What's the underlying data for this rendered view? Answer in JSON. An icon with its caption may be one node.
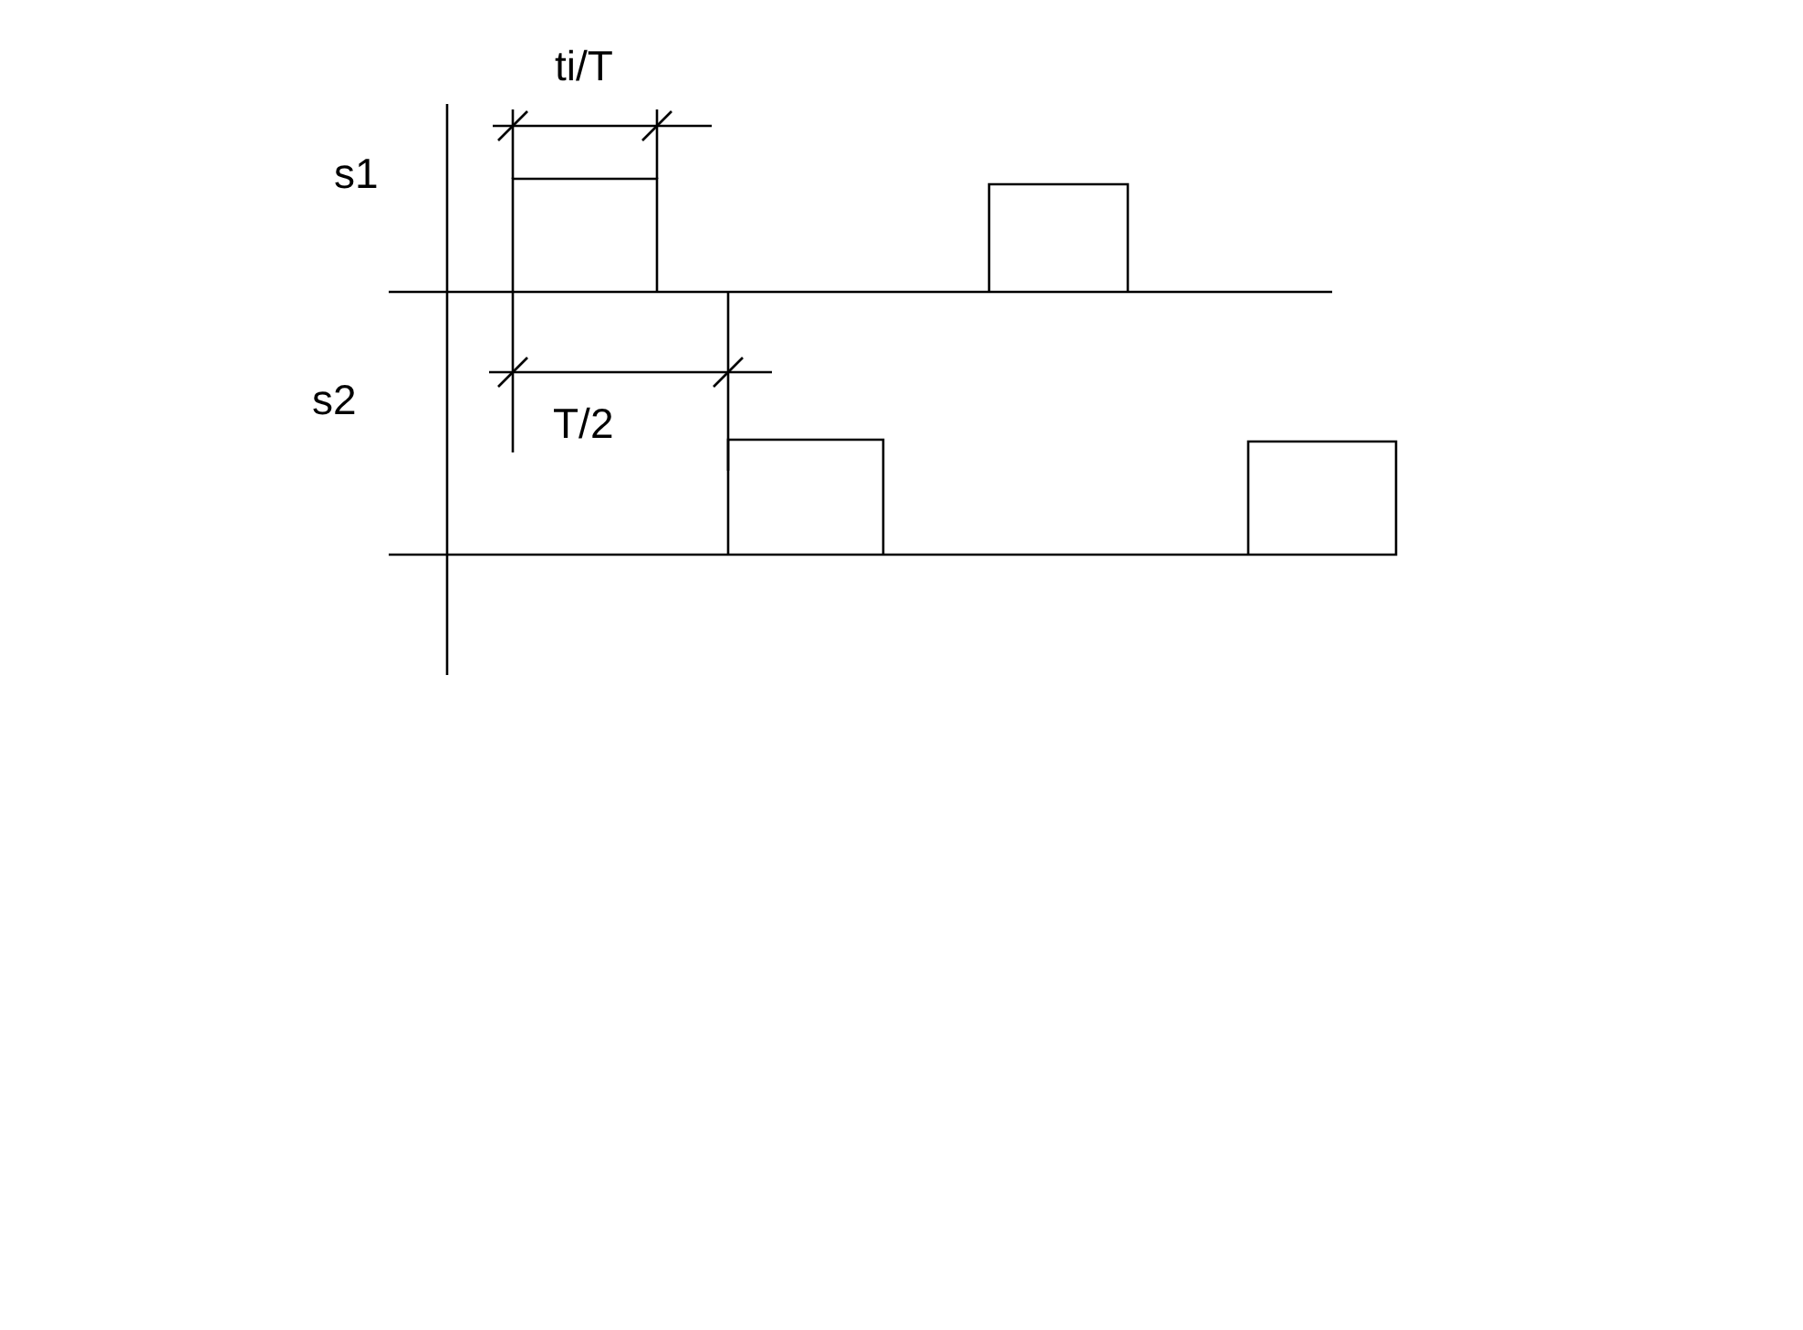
{
  "diagram": {
    "labels": [
      "ti/T",
      "s1",
      "s2",
      "T/2"
    ]
  }
}
